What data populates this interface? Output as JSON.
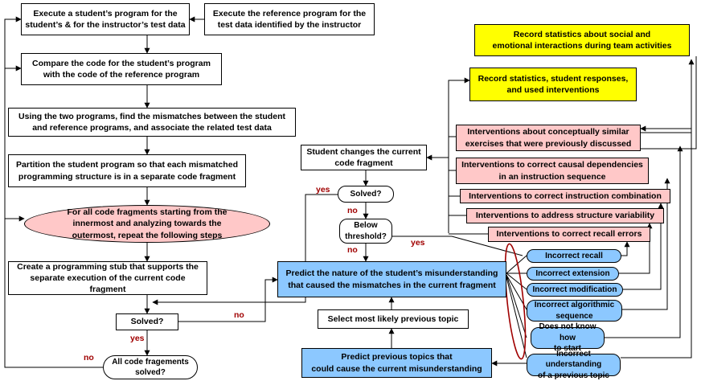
{
  "colors": {
    "pink": "#ffc8c8",
    "yellow": "#ffff00",
    "blue": "#8cc8ff",
    "label_red": "#a00000",
    "oval_red": "#a00000"
  },
  "nodes": {
    "execute_student": "Execute a student’s program for the\nstudent’s & for the instructor’s test data",
    "execute_reference": "Execute the reference program for the\ntest data identified by the instructor",
    "compare_code": "Compare the code for the student’s program\nwith the code of the reference program",
    "find_mismatches": "Using the two programs, find the mismatches between the student\nand reference programs, and associate the related test data",
    "partition": "Partition the student program so that each mismatched\nprogramming structure is in a separate code fragment",
    "for_all_fragments": "For all code fragments starting from the\ninnermost and analyzing towards the\noutermost, repeat the following steps",
    "create_stub": "Create a programming stub that supports the\nseparate execution of the current code fragment",
    "solved_left": "Solved?",
    "all_solved": "All code fragements\nsolved?",
    "record_social": "Record statistics about social and\nemotional interactions during team activities",
    "record_stats": "Record statistics, student responses,\nand used interventions",
    "student_changes": "Student changes the current\ncode fragment",
    "solved_mid": "Solved?",
    "below_threshold": "Below\nthreshold?",
    "predict_nature": "Predict the nature of the student’s misunderstanding\nthat caused the mismatches in the current fragment",
    "select_topic": "Select most likely previous topic",
    "predict_previous": "Predict previous topics that\ncould cause the current misunderstanding"
  },
  "interventions": [
    "Interventions about conceptually similar\nexercises that were previously discussed",
    "Interventions to correct causal dependencies\nin an instruction sequence",
    "Interventions to correct instruction combination",
    "Interventions to address structure variability",
    "Interventions to correct recall errors"
  ],
  "misunderstandings": [
    "Incorrect recall",
    "Incorrect extension",
    "Incorrect modification",
    "Incorrect algorithmic\nsequence",
    "Does not know how\nto start",
    "Incorrect understanding\nof a previous topic"
  ],
  "labels": {
    "yes": "yes",
    "no": "no"
  }
}
